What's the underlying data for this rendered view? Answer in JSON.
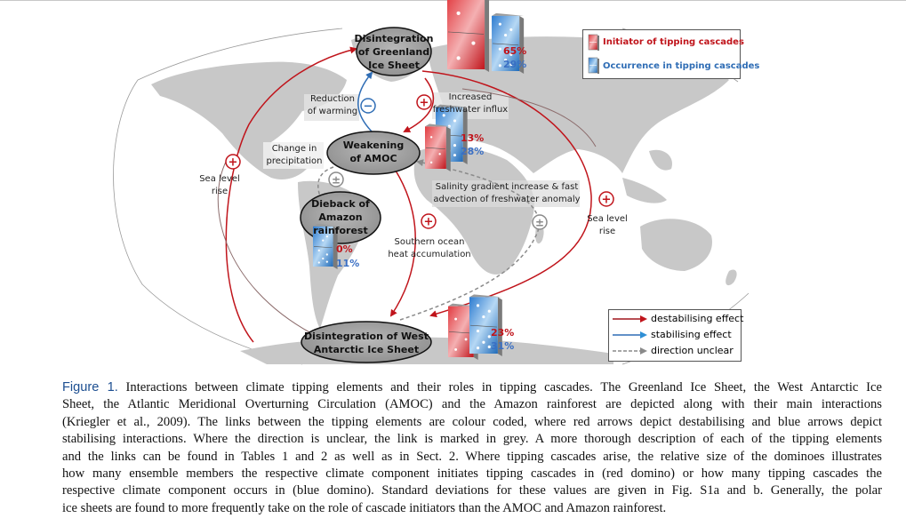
{
  "figure": {
    "nodes": {
      "greenland": "Disintegration of Greenland Ice Sheet",
      "greenland_lines": [
        "Disintegration",
        "of Greenland",
        "Ice Sheet"
      ],
      "amoc_lines": [
        "Weakening",
        "of AMOC"
      ],
      "amazon_lines": [
        "Dieback of",
        "Amazon",
        "rainforest"
      ],
      "wais_lines": [
        "Disintegration of West",
        "Antarctic Ice Sheet"
      ]
    },
    "percentages": {
      "greenland": {
        "initiator": "65%",
        "occurrence": "29%"
      },
      "amoc": {
        "initiator": "13%",
        "occurrence": "28%"
      },
      "amazon": {
        "initiator": "0%",
        "occurrence": "11%"
      },
      "wais": {
        "initiator": "23%",
        "occurrence": "31%"
      }
    },
    "domino_values": {
      "greenland": {
        "initiator": 65,
        "occurrence": 29
      },
      "amoc": {
        "initiator": 13,
        "occurrence": 28
      },
      "amazon": {
        "initiator": 0,
        "occurrence": 11
      },
      "wais": {
        "initiator": 23,
        "occurrence": 31
      }
    },
    "link_labels": {
      "reduction_warming": [
        "Reduction",
        "of warming"
      ],
      "freshwater": [
        "Increased",
        "freshwater influx"
      ],
      "precipitation": [
        "Change in",
        "precipitation"
      ],
      "sea_level_left": [
        "Sea level",
        "rise"
      ],
      "sea_level_right": [
        "Sea level",
        "rise"
      ],
      "salinity": [
        "Salinity gradient increase & fast",
        "advection of freshwater anomaly"
      ],
      "southern_ocean": [
        "Southern ocean",
        "heat accumulation"
      ]
    },
    "signs": {
      "plus": "+",
      "minus": "−",
      "plusminus": "±"
    },
    "legend_top": {
      "initiator": "Initiator of tipping cascades",
      "occurrence": "Occurrence in tipping cascades"
    },
    "legend_bottom": {
      "destabilising": "destabilising effect",
      "stabilising": "stabilising effect",
      "unclear": "direction unclear"
    },
    "colors": {
      "destabilising": "#c0141b",
      "stabilising": "#2f6db5",
      "unclear": "#8a8a8a",
      "land": "#c8c8c8",
      "node_fill": "#a9a9a9"
    }
  },
  "caption": {
    "label": "Figure 1.",
    "lines": [
      " Interactions between climate tipping elements and their roles in tipping cascades. The Greenland Ice Sheet, the West Antarctic Ice",
      "Sheet, the Atlantic Meridional Overturning Circulation (AMOC) and the Amazon rainforest are depicted along with their main interactions",
      "(Kriegler et al., 2009). The links between the tipping elements are colour coded, where red arrows depict destabilising and blue arrows depict",
      "stabilising interactions. Where the direction is unclear, the link is marked in grey. A more thorough description of each of the tipping elements",
      "and the links can be found in Tables 1 and 2 as well as in Sect. 2. Where tipping cascades arise, the relative size of the dominoes illustrates",
      "how many ensemble members the respective climate component initiates tipping cascades in (red domino) or how many tipping cascades the",
      "respective climate component occurs in (blue domino). Standard deviations for these values are given in Fig. S1a and b. Generally, the polar",
      "ice sheets are found to more frequently take on the role of cascade initiators than the AMOC and Amazon rainforest."
    ]
  }
}
